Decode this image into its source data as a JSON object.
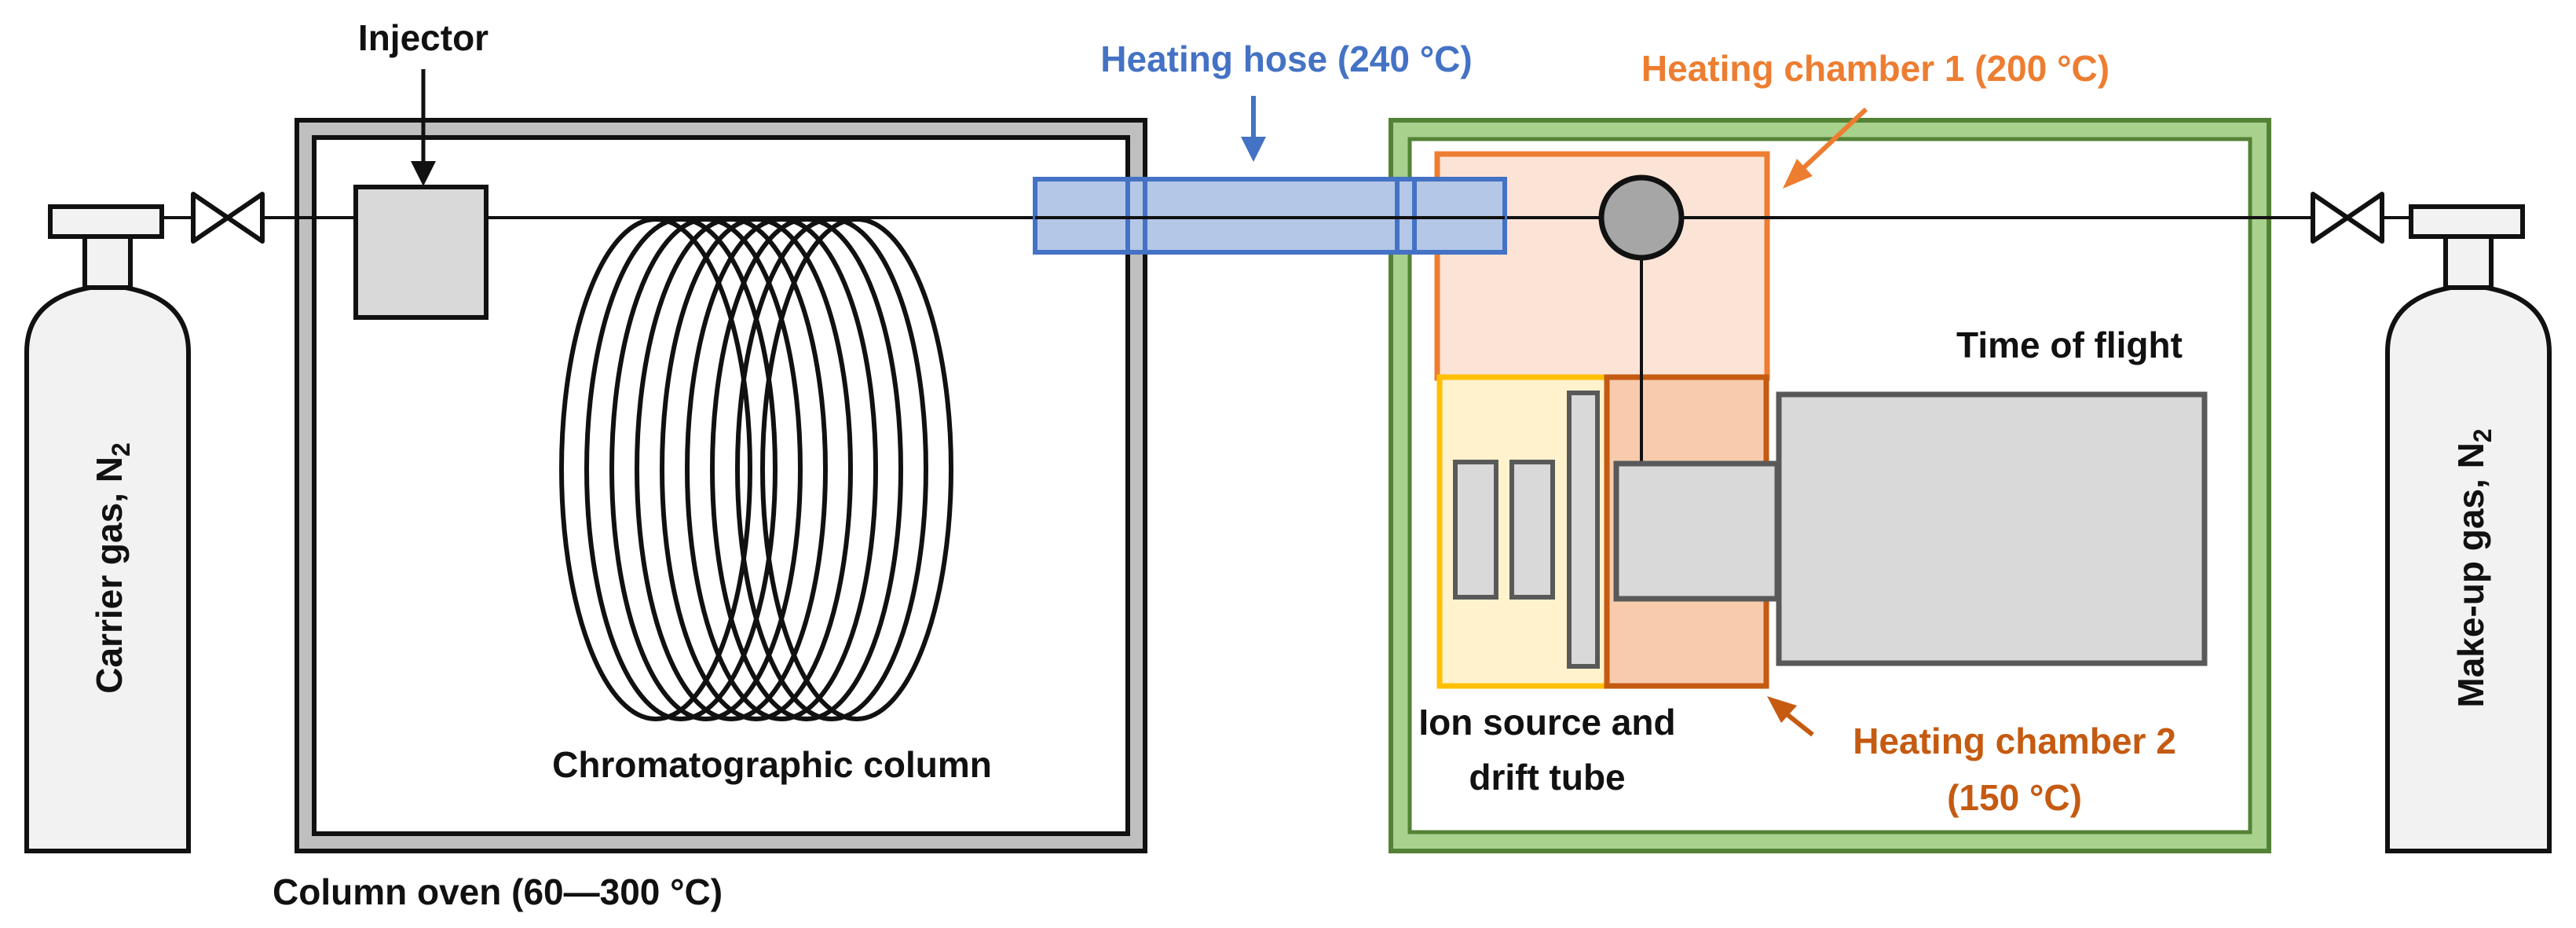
{
  "labels": {
    "carrier_gas": "Carrier gas, N",
    "carrier_gas_sub": "2",
    "makeup_gas": "Make-up gas, N",
    "makeup_gas_sub": "2",
    "injector": "Injector",
    "heating_hose": "Heating hose (240 °C)",
    "heating_chamber_1": "Heating chamber 1 (200 °C)",
    "heating_chamber_2_line1": "Heating chamber 2",
    "heating_chamber_2_line2": "(150 °C)",
    "time_of_flight": "Time of flight",
    "chromatographic_column": "Chromatographic column",
    "ion_source_line1": "Ion source and",
    "ion_source_line2": "drift tube",
    "column_oven": "Column oven (60—300 °C)"
  },
  "colors": {
    "outline": "#111111",
    "cylinder_fill": "#f2f2f2",
    "grey_component": "#d9d9d9",
    "grey_outline": "#595959",
    "oven_frame": "#bfbfbf",
    "hose_fill": "#b4c7e7",
    "hose_stroke": "#4472c4",
    "chamber1_fill": "#fbe3d6",
    "chamber1_stroke": "#ed7d31",
    "chamber2_fill": "#f8cbad",
    "chamber2_stroke": "#c55a11",
    "ion_source_fill": "#fff2cc",
    "ion_source_stroke": "#ffc000",
    "ims_frame_fill": "#a9d18e",
    "ims_frame_stroke": "#548235",
    "blue_text": "#4472c4",
    "orange_text": "#ed7d31",
    "dark_orange_text": "#c55a11"
  }
}
